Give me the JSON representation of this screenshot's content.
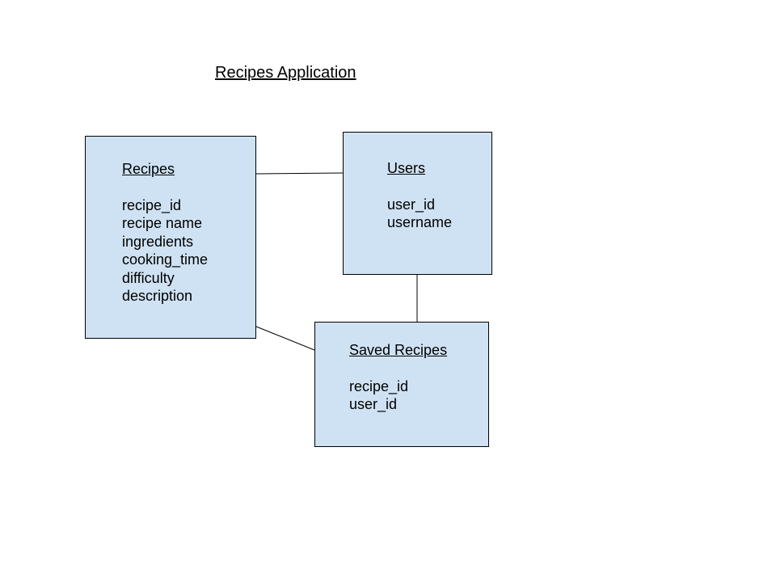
{
  "title": "Recipes Application",
  "entities": {
    "recipes": {
      "name": "Recipes",
      "fields": [
        "recipe_id",
        "recipe name",
        "ingredients",
        "cooking_time",
        "difficulty",
        "description"
      ]
    },
    "users": {
      "name": "Users",
      "fields": [
        "user_id",
        "username"
      ]
    },
    "saved_recipes": {
      "name": "Saved Recipes",
      "fields": [
        "recipe_id",
        "user_id"
      ]
    }
  },
  "relationships": [
    {
      "from": "Recipes",
      "to": "Users"
    },
    {
      "from": "Users",
      "to": "Saved Recipes"
    },
    {
      "from": "Recipes",
      "to": "Saved Recipes"
    }
  ],
  "colors": {
    "entity_fill": "#cfe2f3",
    "border": "#000000",
    "background": "#ffffff"
  }
}
